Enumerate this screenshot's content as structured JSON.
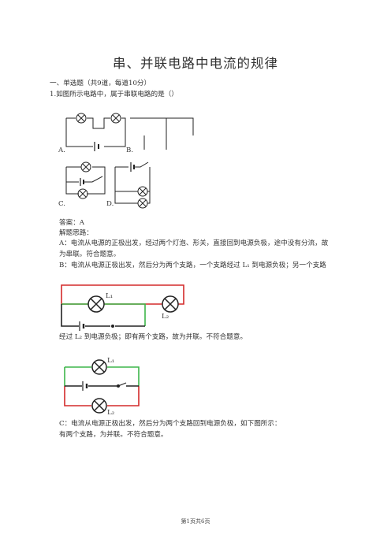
{
  "doc": {
    "title": "串、并联电路中电流的规律",
    "section_header": "一、单选题（共9道，每道10分）",
    "question": "1.如图所示电路中，属于串联电路的是（）",
    "option_labels": {
      "a": "A.",
      "b": "B.",
      "c": "C.",
      "d": "D."
    },
    "answer": "答案：A",
    "analysis_title": "解题思路：",
    "line_a1": "A：电流从电源的正极出发，经过两个灯泡、形关，直接回到电源负极，途中没有分流，故",
    "line_a2": "为串联。符合题意。",
    "line_b1": "B：电流从电源正极出发，然后分为两个支路，一个支路经过 L₁ 到电源负极；另一个支路",
    "line_b2": "经过 L₂ 到电源负极；即有两个支路，故为并联。不符合题意。",
    "line_c1": "C：电流从电源正极出发，然后分为两个支路回到电源负极，如下图所示：",
    "line_c2": "有两个支路，为并联。不符合题意。",
    "fig_b_labels": {
      "l1": "L₁",
      "l2": "L₂"
    },
    "fig_c_labels": {
      "l1": "L₁",
      "l2": "L₂"
    },
    "footer": "第1页共6页"
  },
  "colors": {
    "red_wire": "#d42a2a",
    "green_wire": "#3db54a",
    "black_wire": "#222222"
  }
}
